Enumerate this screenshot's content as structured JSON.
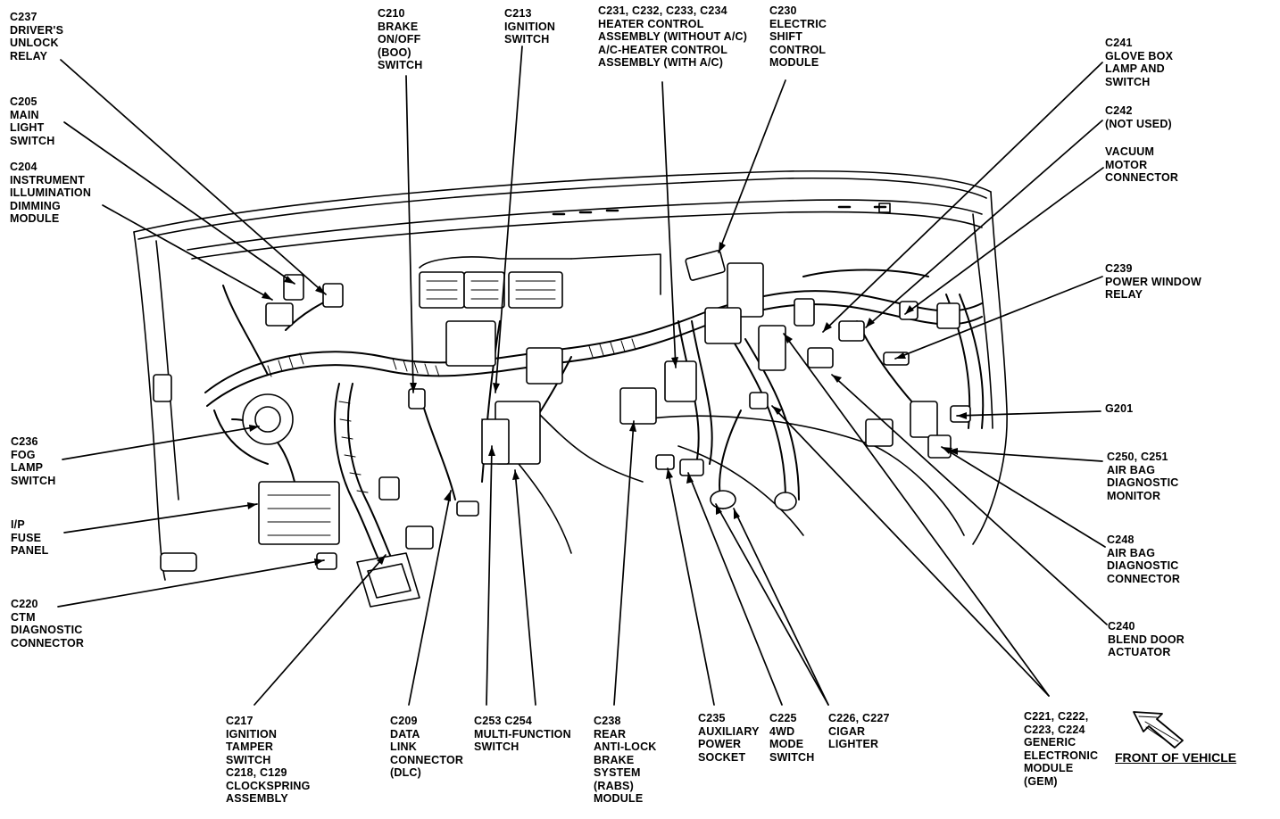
{
  "labels": [
    {
      "id": "c237",
      "lines": [
        "C237",
        "DRIVER'S",
        "UNLOCK",
        "RELAY"
      ]
    },
    {
      "id": "c205",
      "lines": [
        "C205",
        "MAIN",
        "LIGHT",
        "SWITCH"
      ]
    },
    {
      "id": "c204",
      "lines": [
        "C204",
        "INSTRUMENT",
        "ILLUMINATION",
        "DIMMING",
        "MODULE"
      ]
    },
    {
      "id": "c210",
      "lines": [
        "C210",
        "BRAKE",
        "ON/OFF",
        "(BOO)",
        "SWITCH"
      ]
    },
    {
      "id": "c213",
      "lines": [
        "C213",
        "IGNITION",
        "SWITCH"
      ]
    },
    {
      "id": "c231",
      "lines": [
        "C231, C232, C233, C234",
        "HEATER CONTROL",
        "ASSEMBLY (WITHOUT A/C)",
        "A/C-HEATER CONTROL",
        "ASSEMBLY (WITH A/C)"
      ]
    },
    {
      "id": "c230",
      "lines": [
        "C230",
        "ELECTRIC",
        "SHIFT",
        "CONTROL",
        "MODULE"
      ]
    },
    {
      "id": "c241",
      "lines": [
        "C241",
        "GLOVE BOX",
        "LAMP AND",
        "SWITCH"
      ]
    },
    {
      "id": "c242",
      "lines": [
        "C242",
        "(NOT USED)"
      ]
    },
    {
      "id": "vac",
      "lines": [
        "VACUUM",
        "MOTOR",
        "CONNECTOR"
      ]
    },
    {
      "id": "c239",
      "lines": [
        "C239",
        "POWER WINDOW",
        "RELAY"
      ]
    },
    {
      "id": "g201",
      "lines": [
        "G201"
      ]
    },
    {
      "id": "c250",
      "lines": [
        "C250, C251",
        "AIR BAG",
        "DIAGNOSTIC",
        "MONITOR"
      ]
    },
    {
      "id": "c248",
      "lines": [
        "C248",
        "AIR BAG",
        "DIAGNOSTIC",
        "CONNECTOR"
      ]
    },
    {
      "id": "c240",
      "lines": [
        "C240",
        "BLEND DOOR",
        "ACTUATOR"
      ]
    },
    {
      "id": "c221",
      "lines": [
        "C221, C222,",
        "C223, C224",
        "GENERIC",
        "ELECTRONIC",
        "MODULE",
        "(GEM)"
      ]
    },
    {
      "id": "c236",
      "lines": [
        "C236",
        "FOG",
        "LAMP",
        "SWITCH"
      ]
    },
    {
      "id": "ipfuse",
      "lines": [
        "I/P",
        "FUSE",
        "PANEL"
      ]
    },
    {
      "id": "c220",
      "lines": [
        "C220",
        "CTM",
        "DIAGNOSTIC",
        "CONNECTOR"
      ]
    },
    {
      "id": "c217",
      "lines": [
        "C217",
        "IGNITION",
        "TAMPER",
        "SWITCH",
        "C218, C129",
        "CLOCKSPRING",
        "ASSEMBLY"
      ]
    },
    {
      "id": "c209",
      "lines": [
        "C209",
        "DATA",
        "LINK",
        "CONNECTOR",
        "(DLC)"
      ]
    },
    {
      "id": "c253",
      "lines": [
        "C253  C254",
        "MULTI-FUNCTION",
        "SWITCH"
      ]
    },
    {
      "id": "c238",
      "lines": [
        "C238",
        "REAR",
        "ANTI-LOCK",
        "BRAKE",
        "SYSTEM",
        "(RABS)",
        "MODULE"
      ]
    },
    {
      "id": "c235",
      "lines": [
        "C235",
        "AUXILIARY",
        "POWER",
        "SOCKET"
      ]
    },
    {
      "id": "c225",
      "lines": [
        "C225",
        "4WD",
        "MODE",
        "SWITCH"
      ]
    },
    {
      "id": "c226",
      "lines": [
        "C226, C227",
        "CIGAR",
        "LIGHTER"
      ]
    }
  ],
  "footer": {
    "front_of_vehicle": "FRONT OF VEHICLE"
  }
}
